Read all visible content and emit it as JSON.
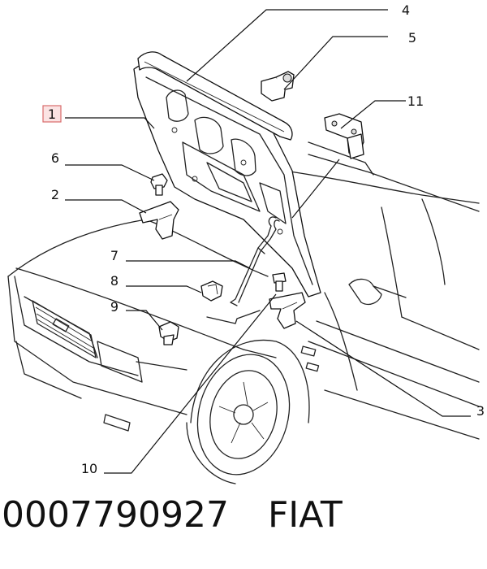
{
  "callouts": [
    "4",
    "5",
    "11",
    "1",
    "6",
    "2",
    "7",
    "8",
    "9",
    "10",
    "3"
  ],
  "footer": {
    "part_number": "0007790927",
    "brand": "FIAT"
  },
  "colors": {
    "highlight_fill": "#fbe3e3",
    "highlight_stroke": "#d96b6b",
    "line": "#111111"
  }
}
